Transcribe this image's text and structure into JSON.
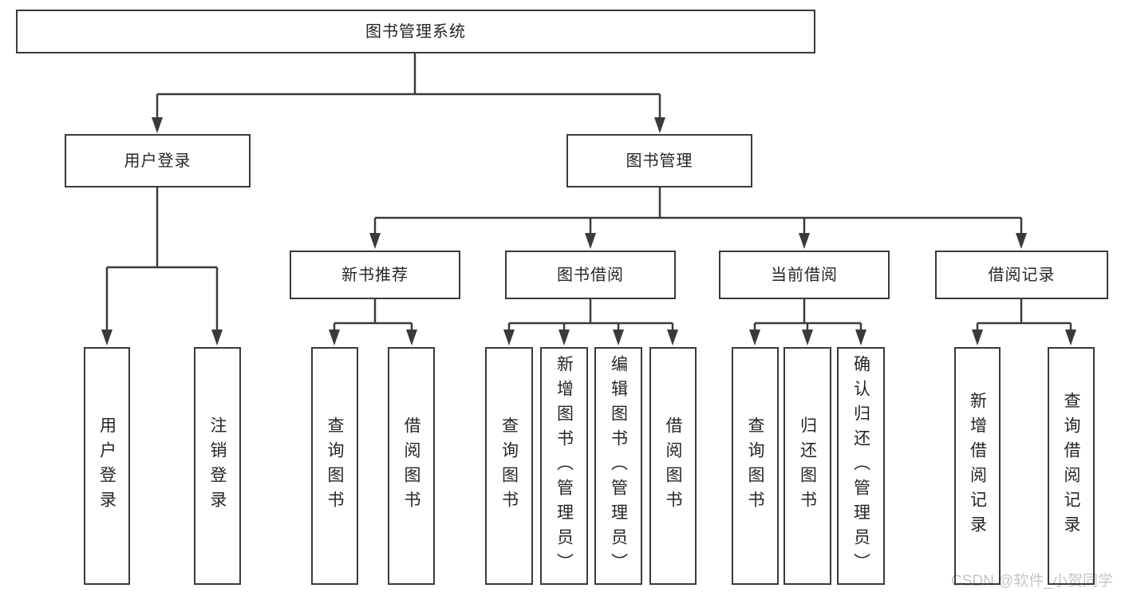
{
  "tree": {
    "root": {
      "label": "图书管理系统"
    },
    "branches": [
      {
        "label": "用户登录",
        "children": [
          {
            "label": "用户登录"
          },
          {
            "label": "注销登录"
          }
        ]
      },
      {
        "label": "图书管理",
        "children": [
          {
            "label": "新书推荐",
            "children": [
              {
                "label": "查询图书"
              },
              {
                "label": "借阅图书"
              }
            ]
          },
          {
            "label": "图书借阅",
            "children": [
              {
                "label": "查询图书"
              },
              {
                "label": "新增图书（管理员）"
              },
              {
                "label": "编辑图书（管理员）"
              },
              {
                "label": "借阅图书"
              }
            ]
          },
          {
            "label": "当前借阅",
            "children": [
              {
                "label": "查询图书"
              },
              {
                "label": "归还图书"
              },
              {
                "label": "确认归还（管理员）"
              }
            ]
          },
          {
            "label": "借阅记录",
            "children": [
              {
                "label": "新增借阅记录"
              },
              {
                "label": "查询借阅记录"
              }
            ]
          }
        ]
      }
    ]
  },
  "watermark": {
    "text": "CSDN @软件_小贺同学"
  },
  "theme": {
    "line_color": "#3a3a3a",
    "box_border": "#3a3a3a",
    "box_fill": "#ffffff",
    "text_color": "#262626",
    "watermark_color": "#c6c6c6"
  }
}
